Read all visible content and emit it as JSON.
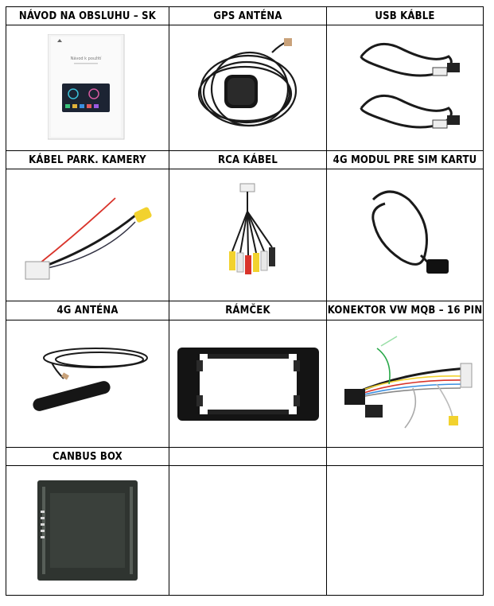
{
  "rows": [
    [
      "NÁVOD NA OBSLUHU – SK",
      "GPS ANTÉNA",
      "USB KÁBLE"
    ],
    [
      "KÁBEL PARK. KAMERY",
      "RCA KÁBEL",
      "4G MODUL PRE SIM KARTU"
    ],
    [
      "4G ANTÉNA",
      "RÁMČEK",
      "KONEKTOR VW MQB – 16 PIN"
    ],
    [
      "CANBUS BOX",
      "",
      ""
    ]
  ],
  "manual": {
    "title": "Návod k použití"
  },
  "colors": {
    "border": "#000000",
    "cable": "#1a1a1a",
    "plug_yellow": "#f2d22e",
    "wire_red": "#d9342b"
  }
}
